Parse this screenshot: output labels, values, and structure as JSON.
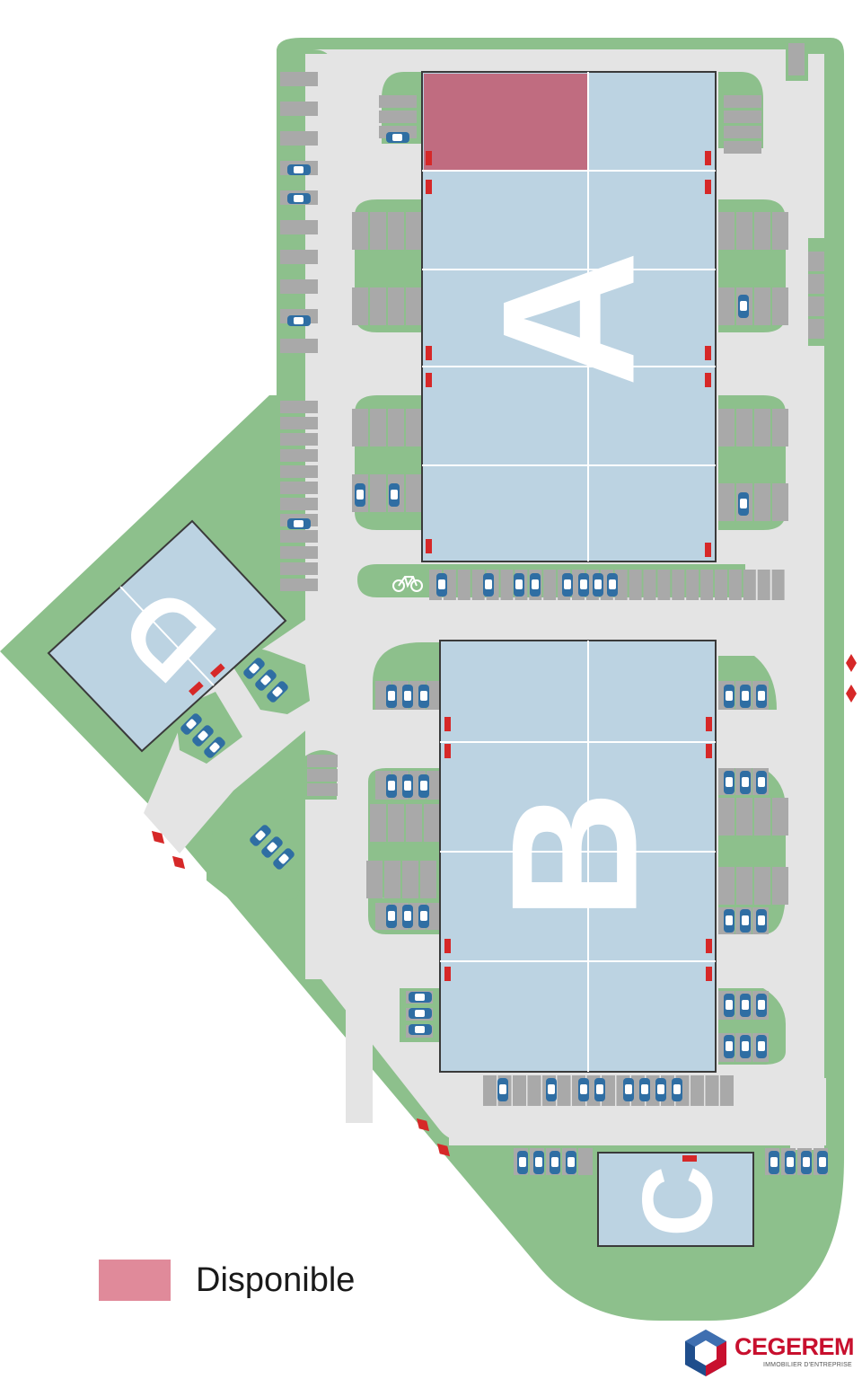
{
  "colors": {
    "grass": "#8dc08c",
    "road": "#e4e4e4",
    "building": "#bcd3e2",
    "building_border": "#3a3a3a",
    "available": "#c06c80",
    "legend_available": "#e08a9a",
    "parking_stall": "#a9a9a9",
    "car": "#2f6ea3",
    "door": "#d62828",
    "entrance_marker": "#d62828",
    "letter": "#ffffff",
    "brand_red": "#c8102e",
    "brand_blue": "#1f4e8c"
  },
  "buildings": [
    {
      "label": "A",
      "name": "building-a"
    },
    {
      "label": "B",
      "name": "building-b"
    },
    {
      "label": "C",
      "name": "building-c"
    },
    {
      "label": "D",
      "name": "building-d"
    }
  ],
  "units": {
    "available_count": 1,
    "available_building": "A"
  },
  "legend": {
    "available_label": "Disponible"
  },
  "icons": {
    "bicycle": "bicycle-icon",
    "car": "car-icon",
    "entrance": "entrance-arrow-icon"
  },
  "logo": {
    "name": "CEGEREM",
    "tagline": "IMMOBILIER D'ENTREPRISE"
  }
}
